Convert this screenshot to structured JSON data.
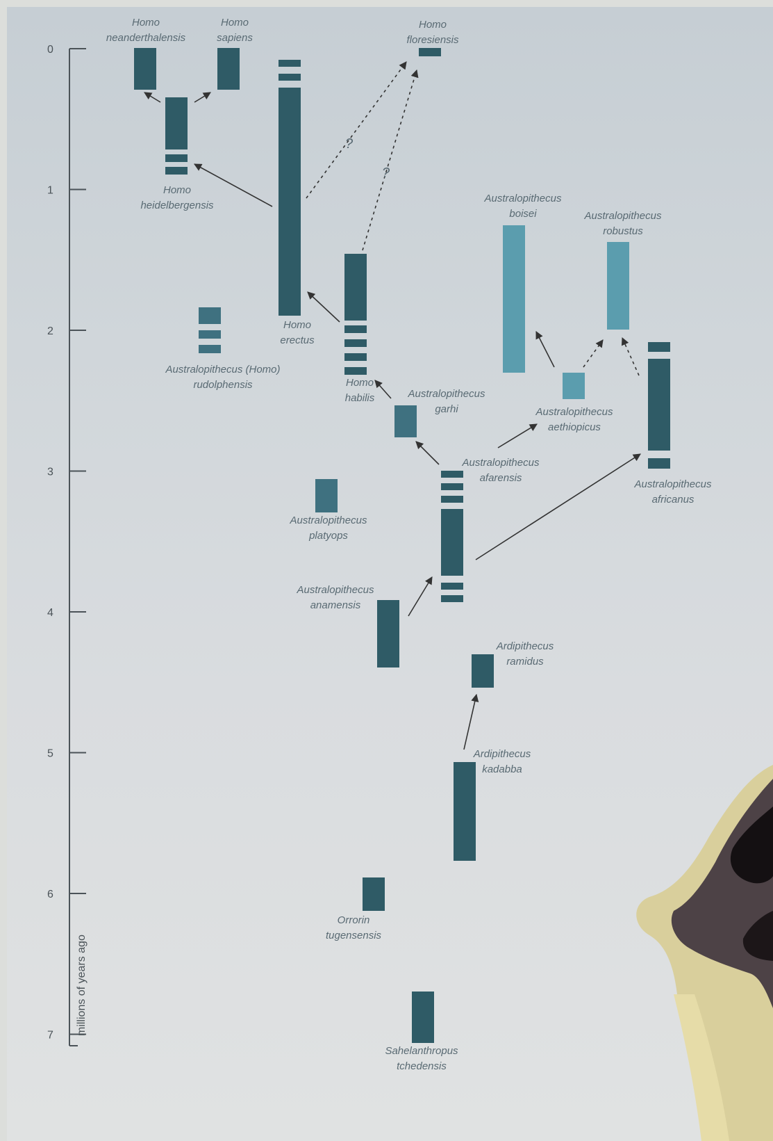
{
  "axis": {
    "label": "millions of years ago",
    "ticks": [
      "0",
      "1",
      "2",
      "3",
      "4",
      "5",
      "6",
      "7"
    ]
  },
  "species": [
    {
      "id": "neanderthalensis",
      "lines": [
        "Homo",
        "neanderthalensis"
      ]
    },
    {
      "id": "sapiens",
      "lines": [
        "Homo",
        "sapiens"
      ]
    },
    {
      "id": "floresiensis",
      "lines": [
        "Homo",
        "floresiensis"
      ]
    },
    {
      "id": "heidelbergensis",
      "lines": [
        "Homo",
        "heidelbergensis"
      ]
    },
    {
      "id": "erectus",
      "lines": [
        "Homo",
        "erectus"
      ]
    },
    {
      "id": "rudolphensis",
      "lines": [
        "Australopithecus (Homo)",
        "rudolphensis"
      ]
    },
    {
      "id": "habilis",
      "lines": [
        "Homo",
        "habilis"
      ]
    },
    {
      "id": "boisei",
      "lines": [
        "Australopithecus",
        "boisei"
      ]
    },
    {
      "id": "robustus",
      "lines": [
        "Australopithecus",
        "robustus"
      ]
    },
    {
      "id": "garhi",
      "lines": [
        "Australopithecus",
        "garhi"
      ]
    },
    {
      "id": "aethiopicus",
      "lines": [
        "Australopithecus",
        "aethiopicus"
      ]
    },
    {
      "id": "afarensis",
      "lines": [
        "Australopithecus",
        "afarensis"
      ]
    },
    {
      "id": "africanus",
      "lines": [
        "Australopithecus",
        "africanus"
      ]
    },
    {
      "id": "platyops",
      "lines": [
        "Australopithecus",
        "platyops"
      ]
    },
    {
      "id": "anamensis",
      "lines": [
        "Australopithecus",
        "anamensis"
      ]
    },
    {
      "id": "ramidus",
      "lines": [
        "Ardipithecus",
        "ramidus"
      ]
    },
    {
      "id": "kadabba",
      "lines": [
        "Ardipithecus",
        "kadabba"
      ]
    },
    {
      "id": "orrorin",
      "lines": [
        "Orrorin",
        "tugensensis"
      ]
    },
    {
      "id": "sahelanthropus",
      "lines": [
        "Sahelanthropus",
        "tchedensis"
      ]
    }
  ],
  "uncertain_mark": "?",
  "colors": {
    "dark_bar": "#2f5b66",
    "light_bar": "#5b9dae",
    "mid_bar": "#3f7180",
    "arrow": "#333333"
  }
}
